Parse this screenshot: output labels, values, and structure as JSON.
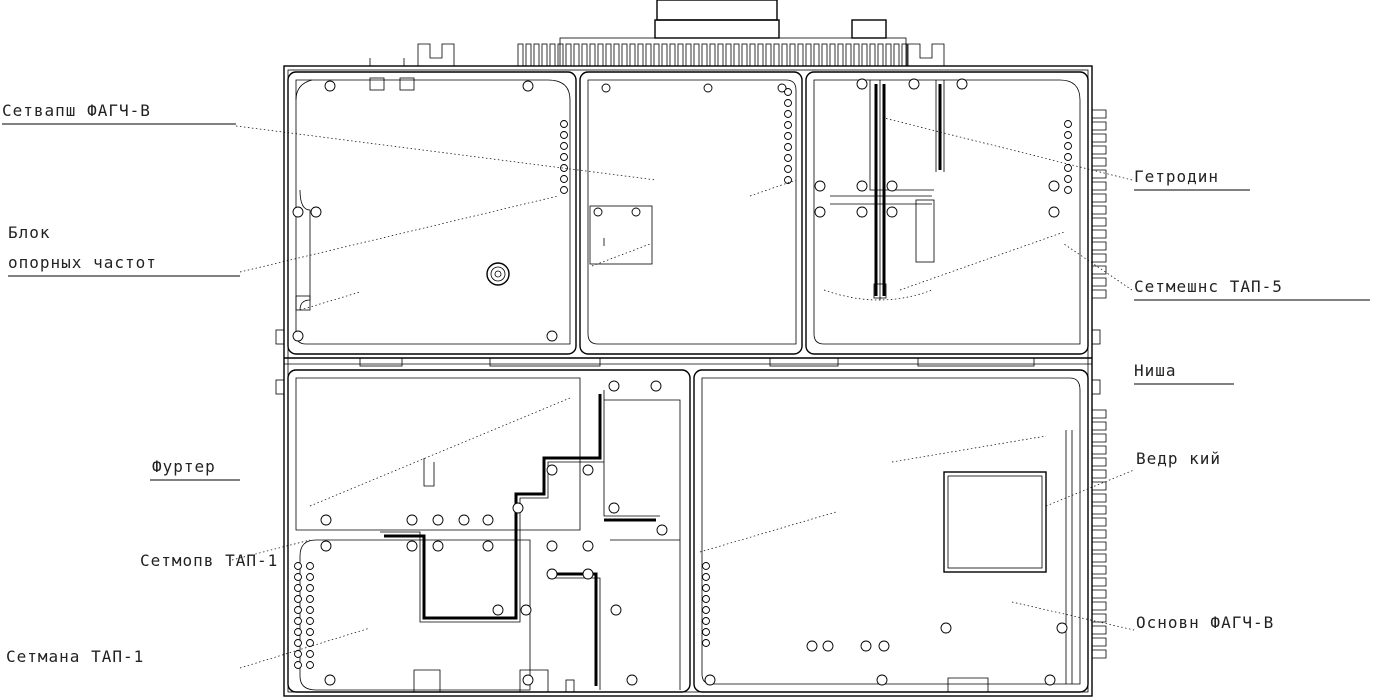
{
  "labels": {
    "l1": "Сетвапш ФАГЧ-В",
    "l2": "Блок",
    "l3": "опорных частот",
    "l4": "Гетродин",
    "l5": "Сетмешнс ТАП-5",
    "l6": "Ниша",
    "l7": "Фуртер",
    "l8": "Ведр кий",
    "l9": "Основн ФАГЧ-В",
    "l10": "Сетмопв ТАП-1",
    "l11": "Сетмана ТАП-1"
  }
}
